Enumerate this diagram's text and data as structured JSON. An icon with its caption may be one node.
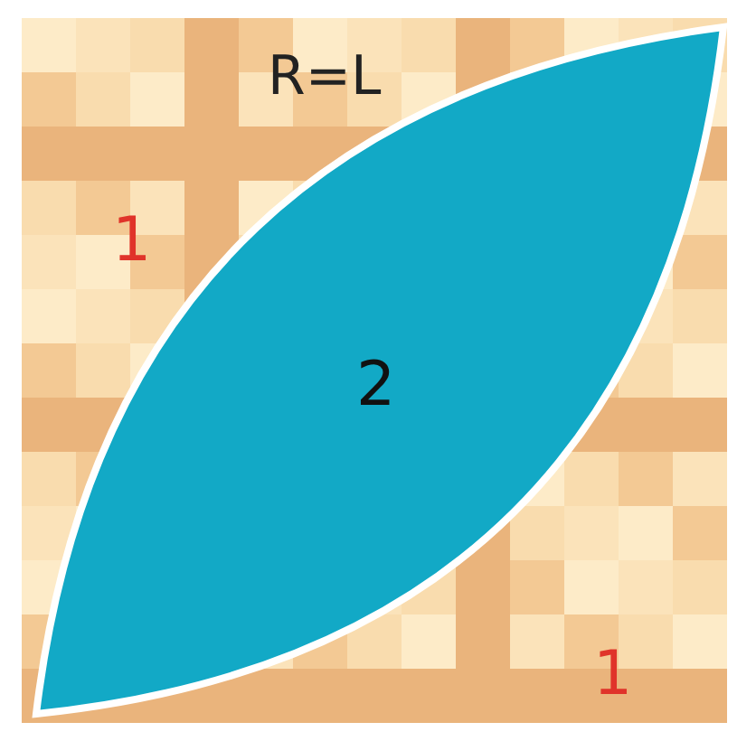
{
  "diagram": {
    "labels": [
      "R=L",
      "1",
      "2",
      "1"
    ]
  }
}
